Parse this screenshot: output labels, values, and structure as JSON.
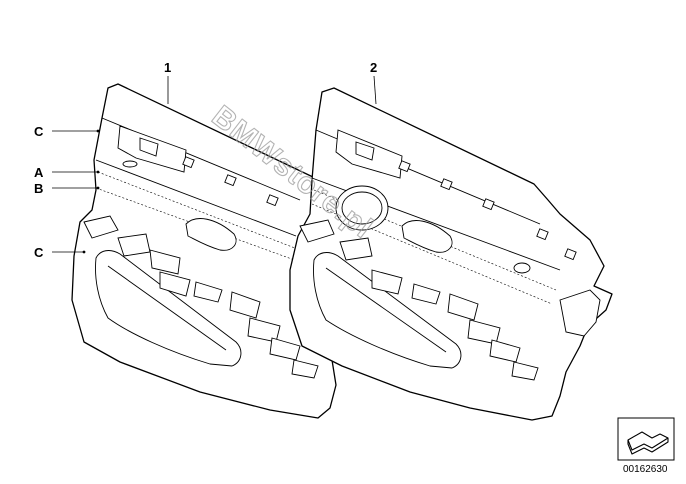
{
  "labels": {
    "panel_left": "1",
    "panel_right": "2",
    "upper_trim": "C",
    "layer_a": "A",
    "layer_b": "B",
    "lower_trim": "C"
  },
  "watermark": "BMWstore.pl",
  "part_number": "00162630",
  "icon": "parts-catalog-arrow-icon"
}
